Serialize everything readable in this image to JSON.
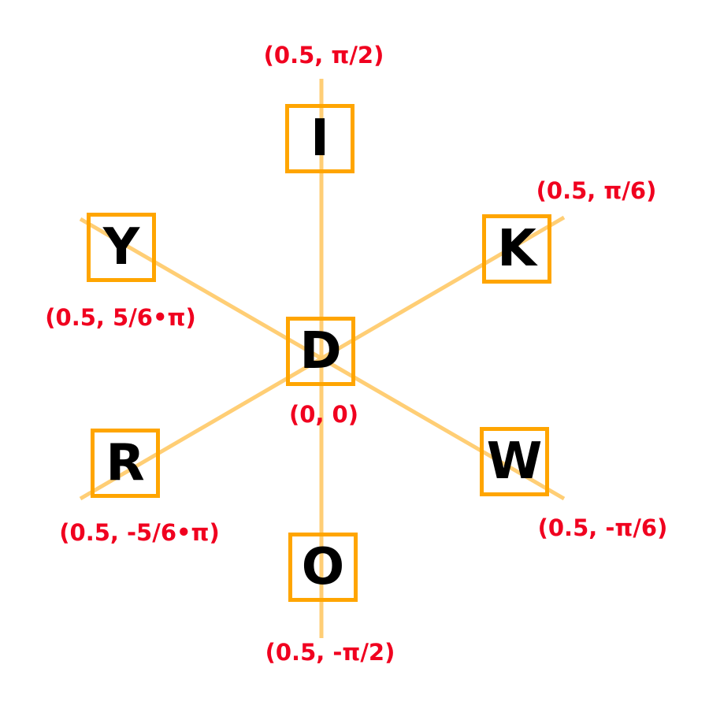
{
  "colors": {
    "box_border": "#ffa500",
    "axis_line": "#ffc966",
    "label_text": "#f0001f",
    "letter_text": "#000000"
  },
  "nodes": {
    "center": {
      "letter": "D",
      "coordinate": "(0, 0)"
    },
    "top": {
      "letter": "I",
      "coordinate": "(0.5, π/2)"
    },
    "upper_right": {
      "letter": "K",
      "coordinate": "(0.5, π/6)"
    },
    "upper_left": {
      "letter": "Y",
      "coordinate": "(0.5, 5/6•π)"
    },
    "lower_left": {
      "letter": "R",
      "coordinate": "(0.5, -5/6•π)"
    },
    "lower_right": {
      "letter": "W",
      "coordinate": "(0.5, -π/6)"
    },
    "bottom": {
      "letter": "O",
      "coordinate": "(0.5, -π/2)"
    }
  }
}
